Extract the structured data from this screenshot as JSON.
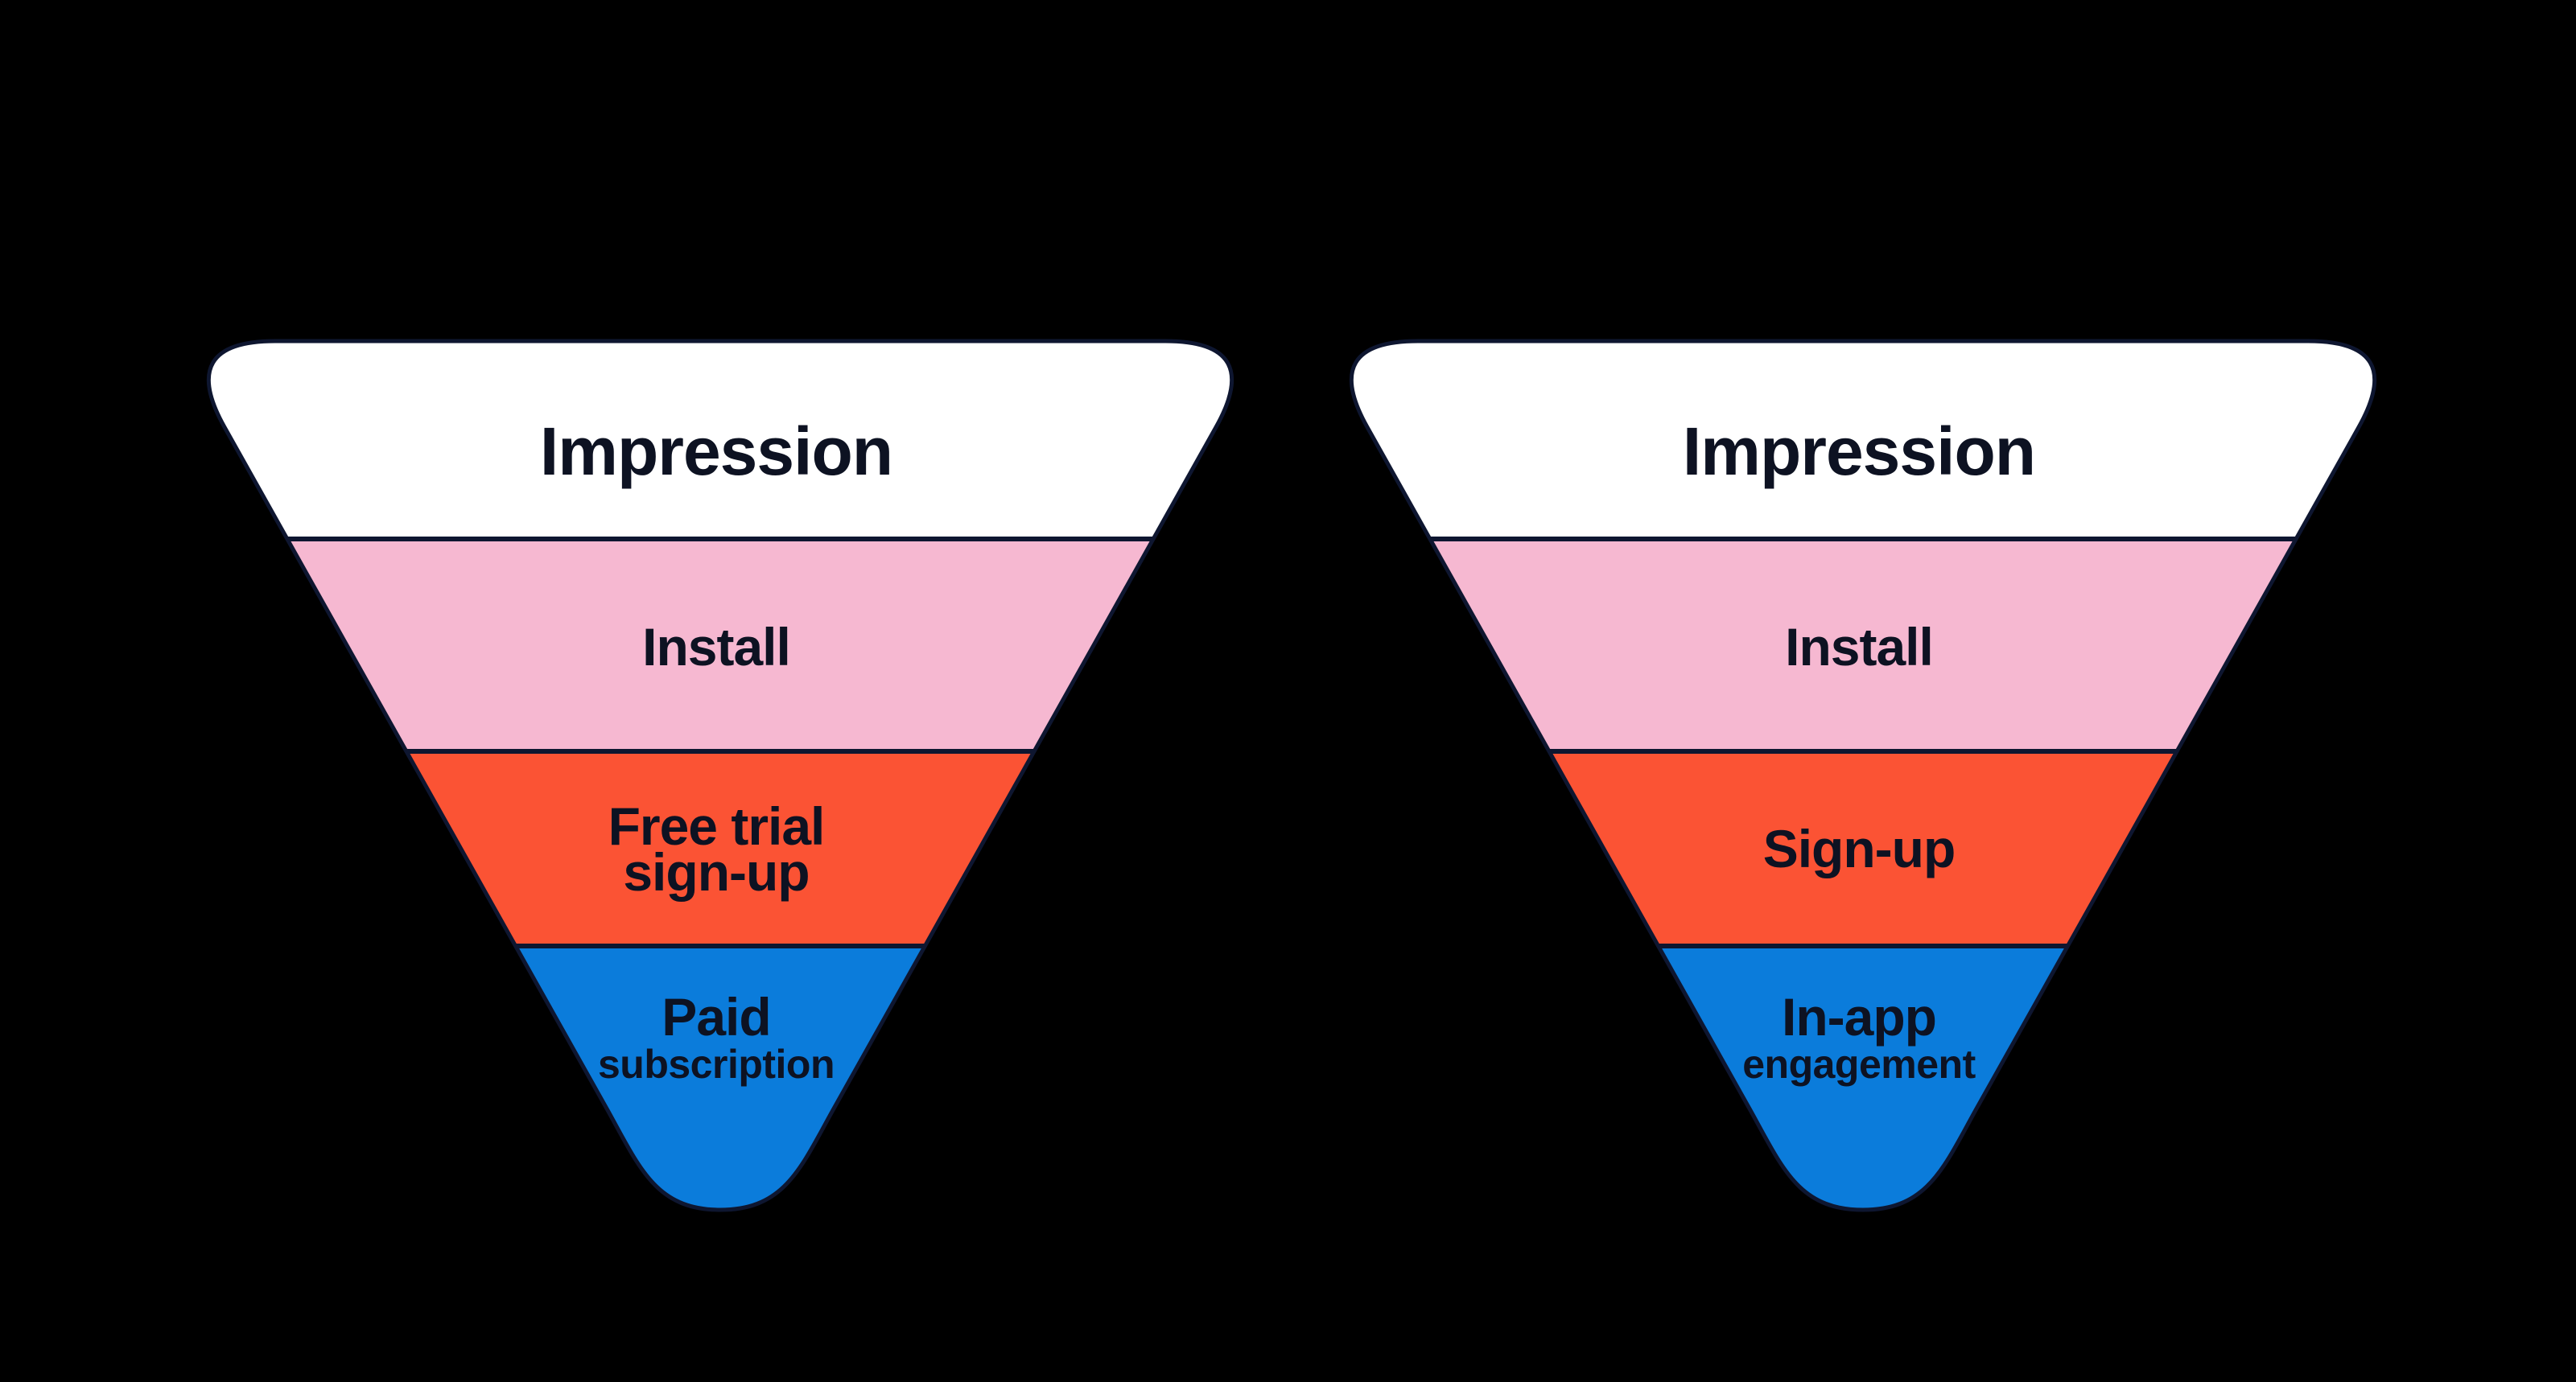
{
  "diagram": {
    "type": "funnel",
    "style": "inverted-triangle, rounded top corners, rounded tip, 4 stages",
    "colors": {
      "background": "#000000",
      "stage1_fill": "#ffffff",
      "stage2_fill": "#f6b8d1",
      "stage3_fill": "#fb5334",
      "stage4_fill": "#0b7cdb",
      "outline": "#0e1630",
      "divider": "#0e1630",
      "label": "#0d1222"
    },
    "left_funnel": {
      "stage1_label": "Impression",
      "stage2_label": "Install",
      "stage3_line1": "Free trial",
      "stage3_line2": "sign-up",
      "stage4_main": "Paid",
      "stage4_sub": "subscription"
    },
    "right_funnel": {
      "stage1_label": "Impression",
      "stage2_label": "Install",
      "stage3_label": "Sign-up",
      "stage4_main": "In-app",
      "stage4_sub": "engagement"
    }
  }
}
